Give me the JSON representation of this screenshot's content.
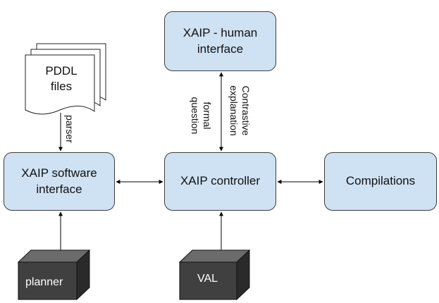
{
  "nodes": {
    "human_interface": {
      "line1": "XAIP - human",
      "line2": "interface"
    },
    "software_interface": {
      "line1": "XAIP software",
      "line2": "interface"
    },
    "controller": {
      "label": "XAIP controller"
    },
    "compilations": {
      "label": "Compilations"
    },
    "pddl_files": {
      "line1": "PDDL",
      "line2": "files"
    },
    "planner": {
      "label": "planner"
    },
    "val": {
      "label": "VAL"
    }
  },
  "edges": {
    "parser_label": "parser",
    "formal_question_line1": "formal",
    "formal_question_line2": "question",
    "contrastive_line1": "Contrastive",
    "contrastive_line2": "explanation"
  },
  "colors": {
    "box_fill": "#cfe2f3",
    "cube_front": "#404040",
    "cube_top": "#6b6b6b",
    "cube_side": "#2a2a2a"
  }
}
